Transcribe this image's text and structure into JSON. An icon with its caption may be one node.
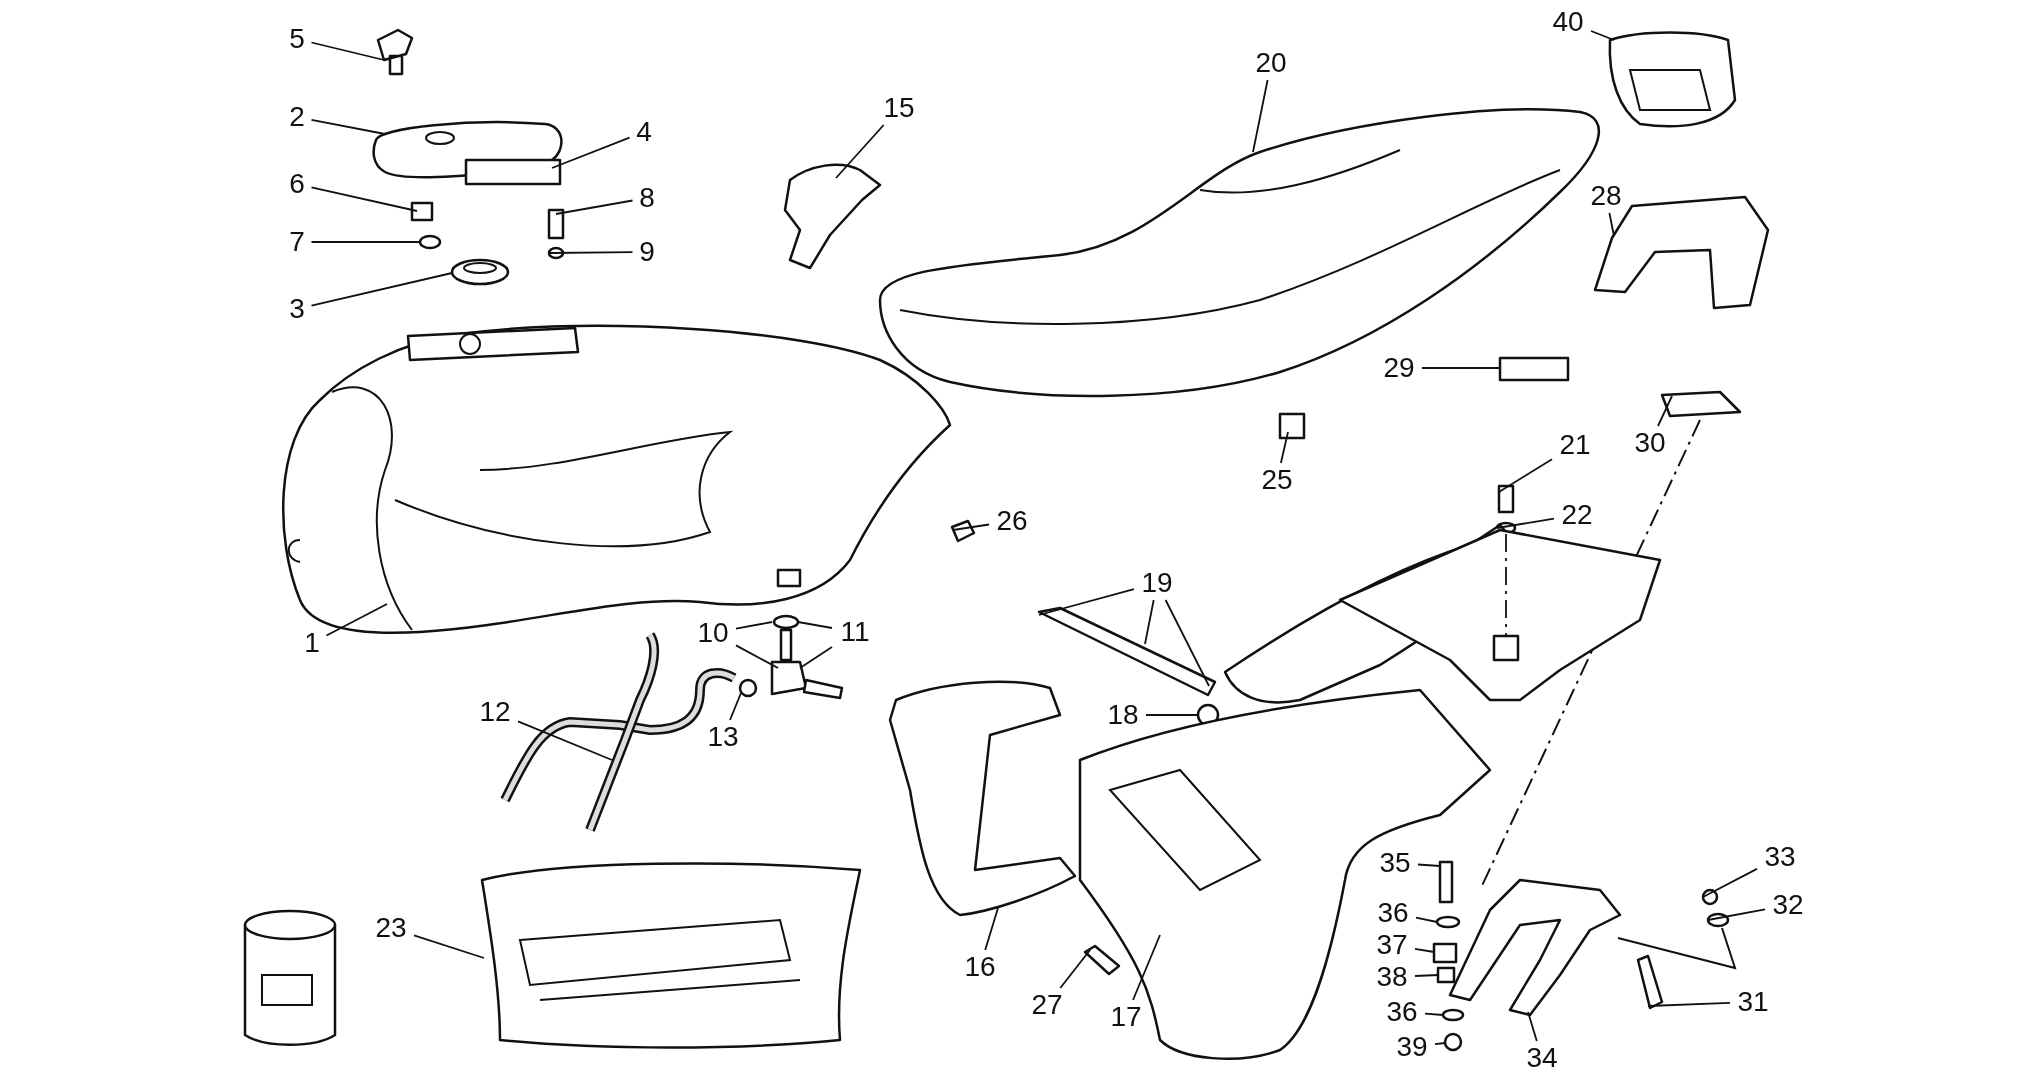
{
  "diagram": {
    "nodes": [
      {
        "text": [
          "5"
        ]
      },
      {
        "text": [
          "40"
        ]
      },
      {
        "text": [
          "20"
        ]
      },
      {
        "text": [
          "15"
        ]
      },
      {
        "text": [
          "2"
        ]
      },
      {
        "text": [
          "4"
        ]
      },
      {
        "text": [
          "28"
        ]
      },
      {
        "text": [
          "6"
        ]
      },
      {
        "text": [
          "8"
        ]
      },
      {
        "text": [
          "7"
        ]
      },
      {
        "text": [
          "9"
        ]
      },
      {
        "text": [
          "3"
        ]
      },
      {
        "text": [
          "29"
        ]
      },
      {
        "text": [
          "30"
        ]
      },
      {
        "text": [
          "25"
        ]
      },
      {
        "text": [
          "21"
        ]
      },
      {
        "text": [
          "22"
        ]
      },
      {
        "text": [
          "26"
        ]
      },
      {
        "text": [
          "19"
        ]
      },
      {
        "text": [
          "10"
        ]
      },
      {
        "text": [
          "11"
        ]
      },
      {
        "text": [
          "1"
        ]
      },
      {
        "text": [
          "18"
        ]
      },
      {
        "text": [
          "12"
        ]
      },
      {
        "text": [
          "13"
        ]
      },
      {
        "text": [
          "33"
        ]
      },
      {
        "text": [
          "35"
        ]
      },
      {
        "text": [
          "32"
        ]
      },
      {
        "text": [
          "36"
        ]
      },
      {
        "text": [
          "37"
        ]
      },
      {
        "text": [
          "38"
        ]
      },
      {
        "text": [
          "23"
        ]
      },
      {
        "text": [
          "16"
        ]
      },
      {
        "text": [
          "17"
        ]
      },
      {
        "text": [
          "27"
        ]
      },
      {
        "text": [
          "36"
        ]
      },
      {
        "text": [
          "31"
        ]
      },
      {
        "text": [
          "39"
        ]
      },
      {
        "text": [
          "34"
        ]
      },
      {
        "text": [],
        "shape": "picture"
      },
      {
        "text": [],
        "shape": "picture"
      },
      {
        "text": [],
        "shape": "picture"
      },
      {
        "text": [],
        "shape": "picture"
      },
      {
        "text": [],
        "shape": "picture"
      },
      {
        "text": [],
        "shape": "box"
      },
      {
        "text": [],
        "shape": "picture"
      },
      {
        "text": [],
        "shape": "box"
      },
      {
        "text": [],
        "shape": "box"
      },
      {
        "text": [],
        "shape": "circle"
      },
      {
        "text": [],
        "shape": "circle"
      },
      {
        "text": [],
        "shape": "picture"
      },
      {
        "text": [],
        "shape": "box"
      },
      {
        "text": [],
        "shape": "picture"
      },
      {
        "text": [],
        "shape": "box"
      },
      {
        "text": [],
        "shape": "box"
      },
      {
        "text": [],
        "shape": "circle"
      },
      {
        "text": [],
        "shape": "picture"
      },
      {
        "text": [],
        "shape": "picture"
      },
      {
        "text": [],
        "shape": "circle"
      },
      {
        "text": [],
        "shape": "picture"
      },
      {
        "text": [],
        "shape": "picture"
      },
      {
        "text": [],
        "shape": "circle"
      },
      {
        "text": [],
        "shape": "picture"
      },
      {
        "text": [],
        "shape": "circle"
      },
      {
        "text": [],
        "shape": "circle"
      },
      {
        "text": [],
        "shape": "box"
      },
      {
        "text": [],
        "shape": "circle"
      },
      {
        "text": [],
        "shape": "circle"
      },
      {
        "text": [],
        "shape": "box"
      },
      {
        "text": [],
        "shape": "box"
      },
      {
        "text": [],
        "shape": "picture"
      },
      {
        "text": [],
        "shape": "picture"
      },
      {
        "text": [],
        "shape": "picture"
      },
      {
        "text": [],
        "shape": "picture"
      },
      {
        "text": [],
        "shape": "circle"
      },
      {
        "text": [],
        "shape": "picture"
      },
      {
        "text": [],
        "shape": "circle"
      },
      {
        "text": [],
        "shape": "picture"
      },
      {
        "text": [],
        "shape": "picture"
      },
      {
        "text": [],
        "shape": "box",
        "in": 78
      }
    ],
    "edges": [
      {
        "from": 0,
        "to": 39,
        "arrow": "none"
      },
      {
        "from": 1,
        "to": 40,
        "arrow": "none"
      },
      {
        "from": 2,
        "to": 41,
        "arrow": "none"
      },
      {
        "from": 3,
        "to": 42,
        "arrow": "none"
      },
      {
        "from": 4,
        "to": 43,
        "arrow": "none"
      },
      {
        "from": 5,
        "to": 44,
        "arrow": "none"
      },
      {
        "from": 6,
        "to": 45,
        "arrow": "none"
      },
      {
        "from": 7,
        "to": 46,
        "arrow": "none"
      },
      {
        "from": 8,
        "to": 47,
        "arrow": "none"
      },
      {
        "from": 9,
        "to": 48,
        "arrow": "none"
      },
      {
        "from": 10,
        "to": 49,
        "arrow": "none"
      },
      {
        "from": 11,
        "to": 50,
        "arrow": "none"
      },
      {
        "from": 12,
        "to": 51,
        "arrow": "none"
      },
      {
        "from": 13,
        "to": 52,
        "arrow": "none"
      },
      {
        "from": 14,
        "to": 53,
        "arrow": "none"
      },
      {
        "from": 15,
        "to": 54,
        "arrow": "none"
      },
      {
        "from": 16,
        "to": 55,
        "arrow": "none"
      },
      {
        "from": 17,
        "to": 56,
        "arrow": "none"
      },
      {
        "from": 18,
        "to": 57,
        "arrow": "none"
      },
      {
        "from": 18,
        "to": 57,
        "arrow": "none"
      },
      {
        "from": 18,
        "to": 57,
        "arrow": "none"
      },
      {
        "from": 19,
        "to": 58,
        "arrow": "none"
      },
      {
        "from": 19,
        "to": 59,
        "arrow": "none"
      },
      {
        "from": 20,
        "to": 58,
        "arrow": "none"
      },
      {
        "from": 20,
        "to": 59,
        "arrow": "none"
      },
      {
        "from": 21,
        "to": 60,
        "arrow": "none"
      },
      {
        "from": 22,
        "to": 61,
        "arrow": "none"
      },
      {
        "from": 23,
        "to": 62,
        "arrow": "none"
      },
      {
        "from": 24,
        "to": 63,
        "arrow": "none"
      },
      {
        "from": 25,
        "to": 64,
        "arrow": "none"
      },
      {
        "from": 26,
        "to": 65,
        "arrow": "none"
      },
      {
        "from": 27,
        "to": 66,
        "arrow": "none"
      },
      {
        "from": 28,
        "to": 67,
        "arrow": "none"
      },
      {
        "from": 29,
        "to": 68,
        "arrow": "none"
      },
      {
        "from": 30,
        "to": 69,
        "arrow": "none"
      },
      {
        "from": 31,
        "to": 70,
        "arrow": "none"
      },
      {
        "from": 32,
        "to": 71,
        "arrow": "none"
      },
      {
        "from": 33,
        "to": 72,
        "arrow": "none"
      },
      {
        "from": 34,
        "to": 73,
        "arrow": "none"
      },
      {
        "from": 35,
        "to": 74,
        "arrow": "none"
      },
      {
        "from": 36,
        "to": 75,
        "arrow": "none"
      },
      {
        "from": 37,
        "to": 76,
        "arrow": "none"
      },
      {
        "from": 38,
        "to": 77,
        "arrow": "none"
      },
      {
        "from": 55,
        "to": 79,
        "arrow": "none",
        "style": "dashed"
      }
    ]
  }
}
